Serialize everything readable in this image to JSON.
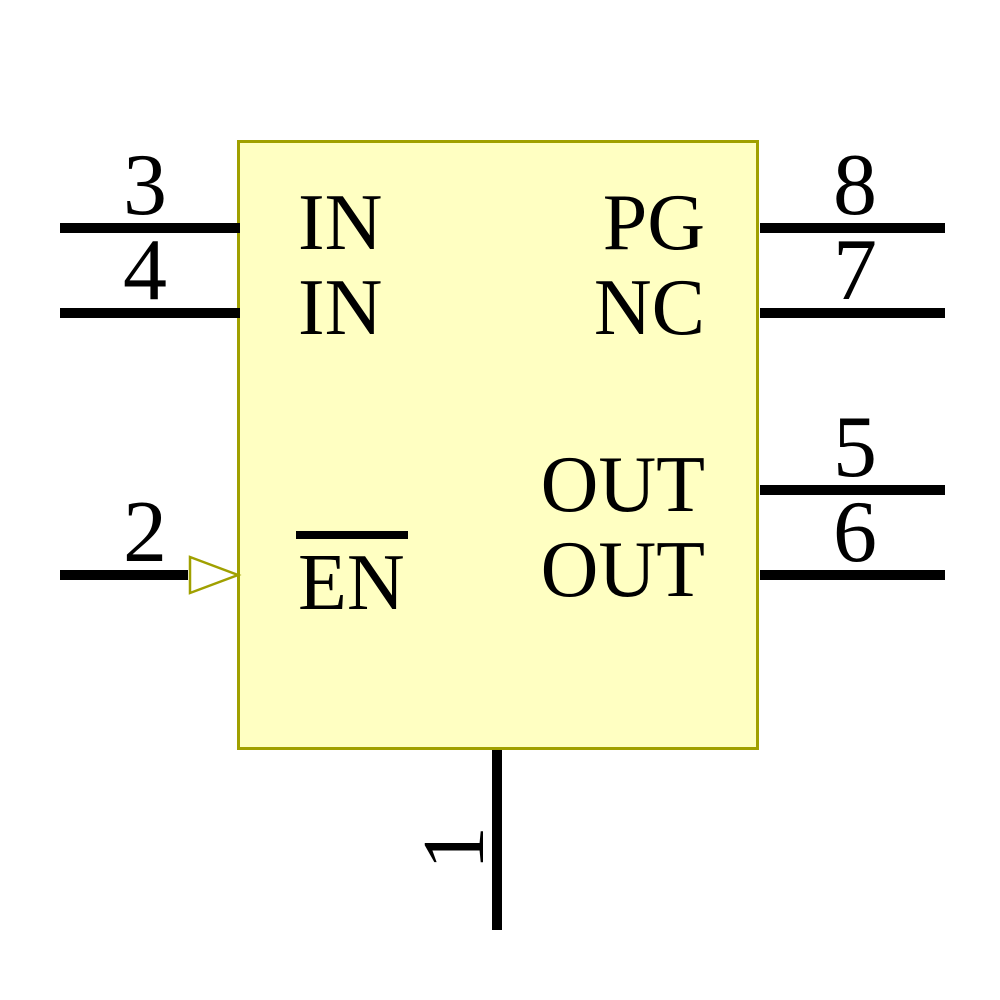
{
  "diagram": {
    "type": "schematic-symbol",
    "body_fill": "#FFFFC2",
    "body_outline": "#A0A000",
    "pin_color": "#000000",
    "text_color": "#000000"
  },
  "pins": [
    {
      "number": "3",
      "name": "IN",
      "side": "left"
    },
    {
      "number": "4",
      "name": "IN",
      "side": "left"
    },
    {
      "number": "2",
      "name": "EN",
      "side": "left",
      "active_low": true,
      "decorator": "input-arrow"
    },
    {
      "number": "8",
      "name": "PG",
      "side": "right"
    },
    {
      "number": "7",
      "name": "NC",
      "side": "right"
    },
    {
      "number": "5",
      "name": "OUT",
      "side": "right"
    },
    {
      "number": "6",
      "name": "OUT",
      "side": "right"
    },
    {
      "number": "1",
      "name": "",
      "side": "bottom"
    }
  ]
}
